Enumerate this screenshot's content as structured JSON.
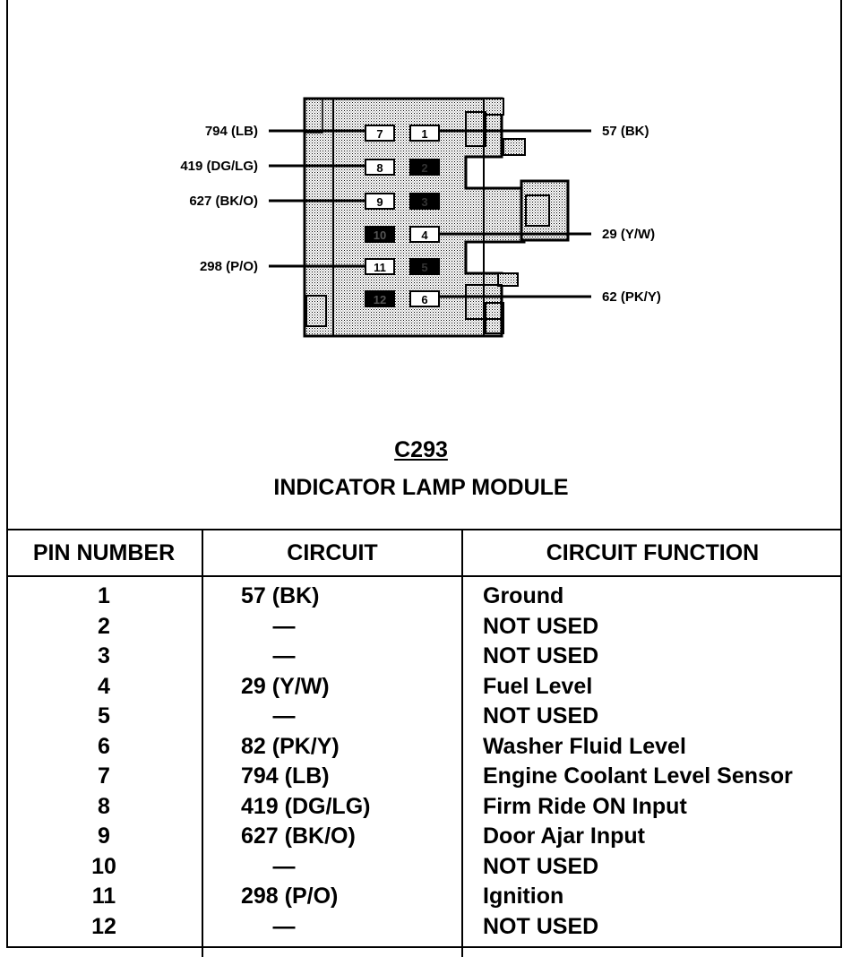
{
  "connector": {
    "id": "C293",
    "name": "INDICATOR LAMP MODULE",
    "wire_labels": {
      "left": [
        "794 (LB)",
        "419 (DG/LG)",
        "627 (BK/O)",
        "298 (P/O)"
      ],
      "right": [
        "57 (BK)",
        "29 (Y/W)",
        "62 (PK/Y)"
      ]
    },
    "cavities": {
      "c1": "1",
      "c2": "2",
      "c3": "3",
      "c4": "4",
      "c5": "5",
      "c6": "6",
      "c7": "7",
      "c8": "8",
      "c9": "9",
      "c10": "10",
      "c11": "11",
      "c12": "12"
    }
  },
  "table": {
    "headers": {
      "pin": "PIN NUMBER",
      "circuit": "CIRCUIT",
      "function": "CIRCUIT FUNCTION"
    },
    "rows": [
      {
        "pin": "1",
        "circuit": "57 (BK)",
        "function": "Ground"
      },
      {
        "pin": "2",
        "circuit": "—",
        "function": "NOT USED"
      },
      {
        "pin": "3",
        "circuit": "—",
        "function": "NOT USED"
      },
      {
        "pin": "4",
        "circuit": "29 (Y/W)",
        "function": "Fuel Level"
      },
      {
        "pin": "5",
        "circuit": "—",
        "function": "NOT USED"
      },
      {
        "pin": "6",
        "circuit": "82 (PK/Y)",
        "function": "Washer Fluid Level"
      },
      {
        "pin": "7",
        "circuit": "794 (LB)",
        "function": "Engine Coolant Level Sensor"
      },
      {
        "pin": "8",
        "circuit": "419 (DG/LG)",
        "function": "Firm Ride ON Input"
      },
      {
        "pin": "9",
        "circuit": "627 (BK/O)",
        "function": "Door Ajar Input"
      },
      {
        "pin": "10",
        "circuit": "—",
        "function": "NOT USED"
      },
      {
        "pin": "11",
        "circuit": "298 (P/O)",
        "function": "Ignition"
      },
      {
        "pin": "12",
        "circuit": "—",
        "function": "NOT USED"
      }
    ]
  }
}
